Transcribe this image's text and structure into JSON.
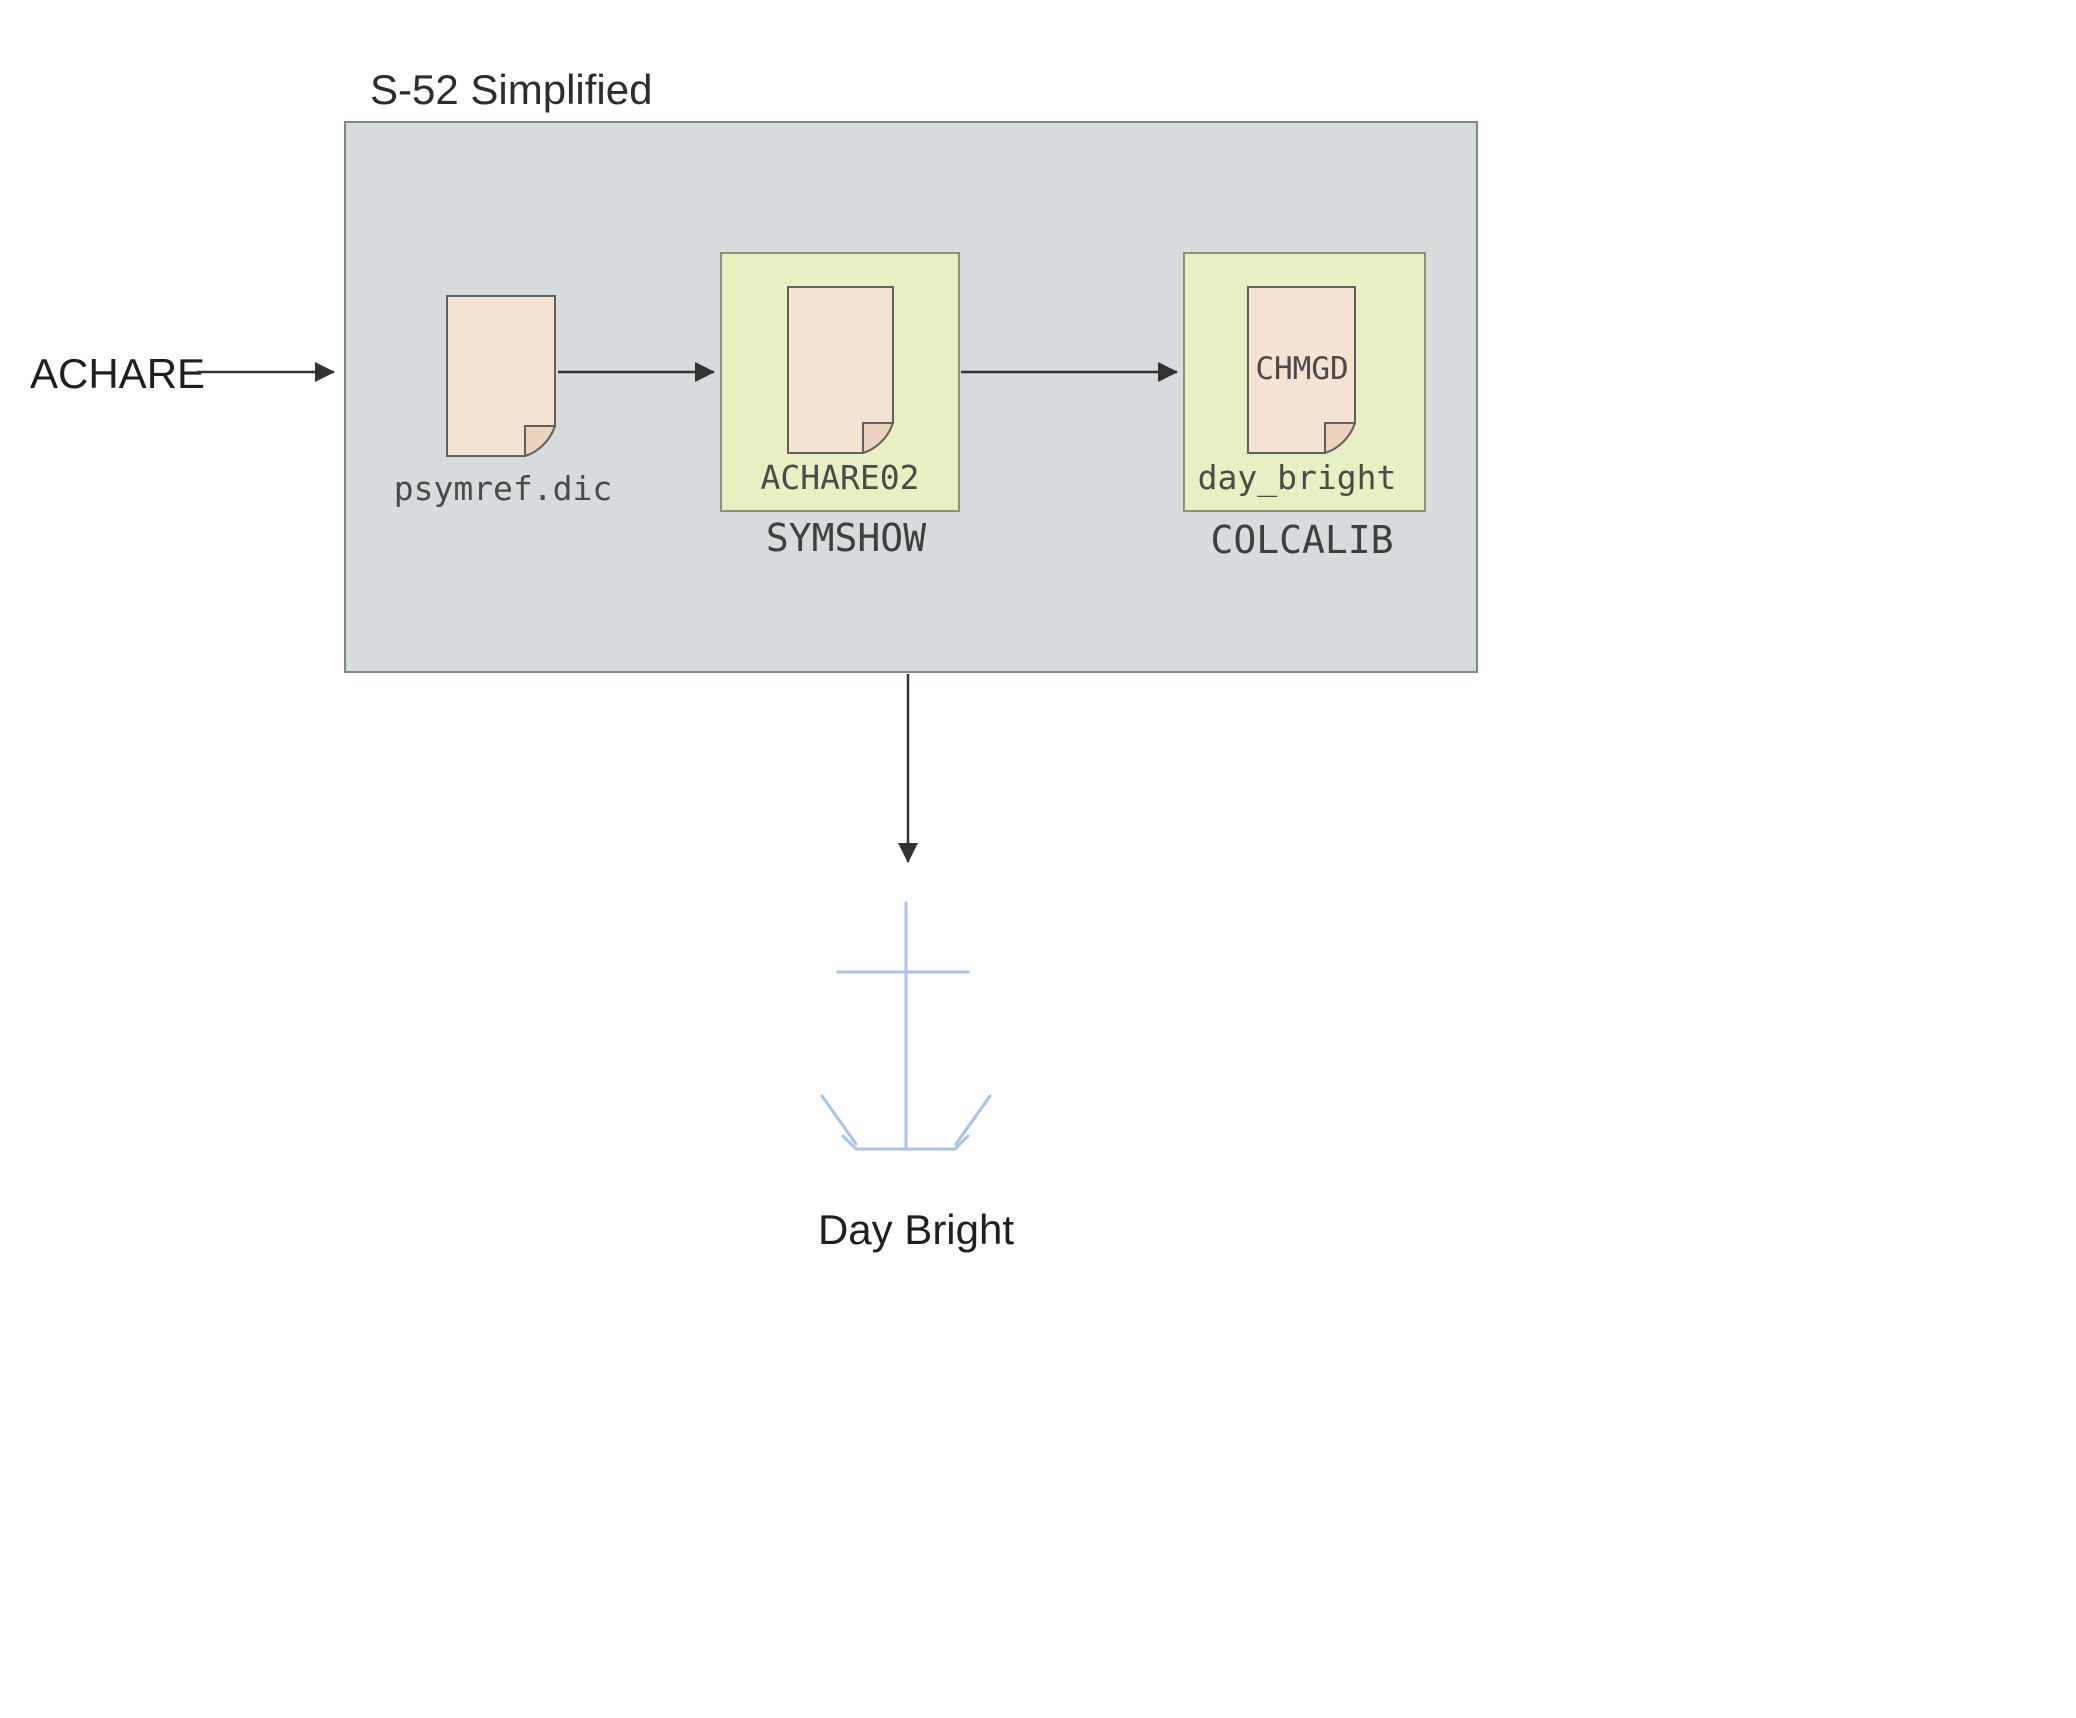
{
  "title": "S-52 Simplified",
  "input": {
    "label": "ACHARE"
  },
  "files": {
    "dictionary": {
      "label": "psymref.dic"
    },
    "symbol": {
      "label": "ACHARE02",
      "stage": "SYMSHOW"
    },
    "colour_table": {
      "content": "CHMGD",
      "label": "day_bright",
      "stage": "COLCALIB"
    }
  },
  "output": {
    "label": "Day Bright"
  },
  "colors": {
    "container_fill": "#d6dbde",
    "stage_fill": "#e8efc2",
    "doc_fill": "#f5e2d0",
    "doc_fold": "#ecd3bd",
    "arrow": "#333333",
    "anchor": "#a6c3ec",
    "title_text": "#2d2d2d",
    "mono_text": "#4a4a4a"
  }
}
